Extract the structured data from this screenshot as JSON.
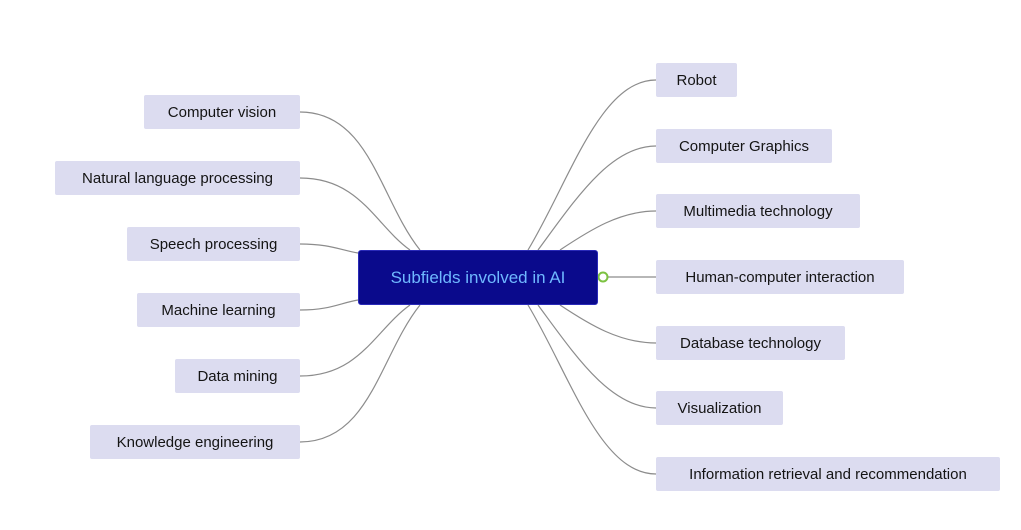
{
  "root": {
    "label": "Subfields involved in AI"
  },
  "left_topics": [
    {
      "label": "Computer vision"
    },
    {
      "label": "Natural language processing"
    },
    {
      "label": "Speech processing"
    },
    {
      "label": "Machine learning"
    },
    {
      "label": "Data mining"
    },
    {
      "label": "Knowledge engineering"
    }
  ],
  "right_topics": [
    {
      "label": "Robot"
    },
    {
      "label": "Computer Graphics"
    },
    {
      "label": "Multimedia technology"
    },
    {
      "label": "Human-computer interaction"
    },
    {
      "label": "Database technology"
    },
    {
      "label": "Visualization"
    },
    {
      "label": "Information retrieval and recommendation"
    }
  ],
  "colors": {
    "root_fill": "#0a0a8c",
    "root_text": "#6fb8ff",
    "topic_fill": "#dcdcf0",
    "connector": "#8c8c8c",
    "handle": "#7cc242"
  }
}
